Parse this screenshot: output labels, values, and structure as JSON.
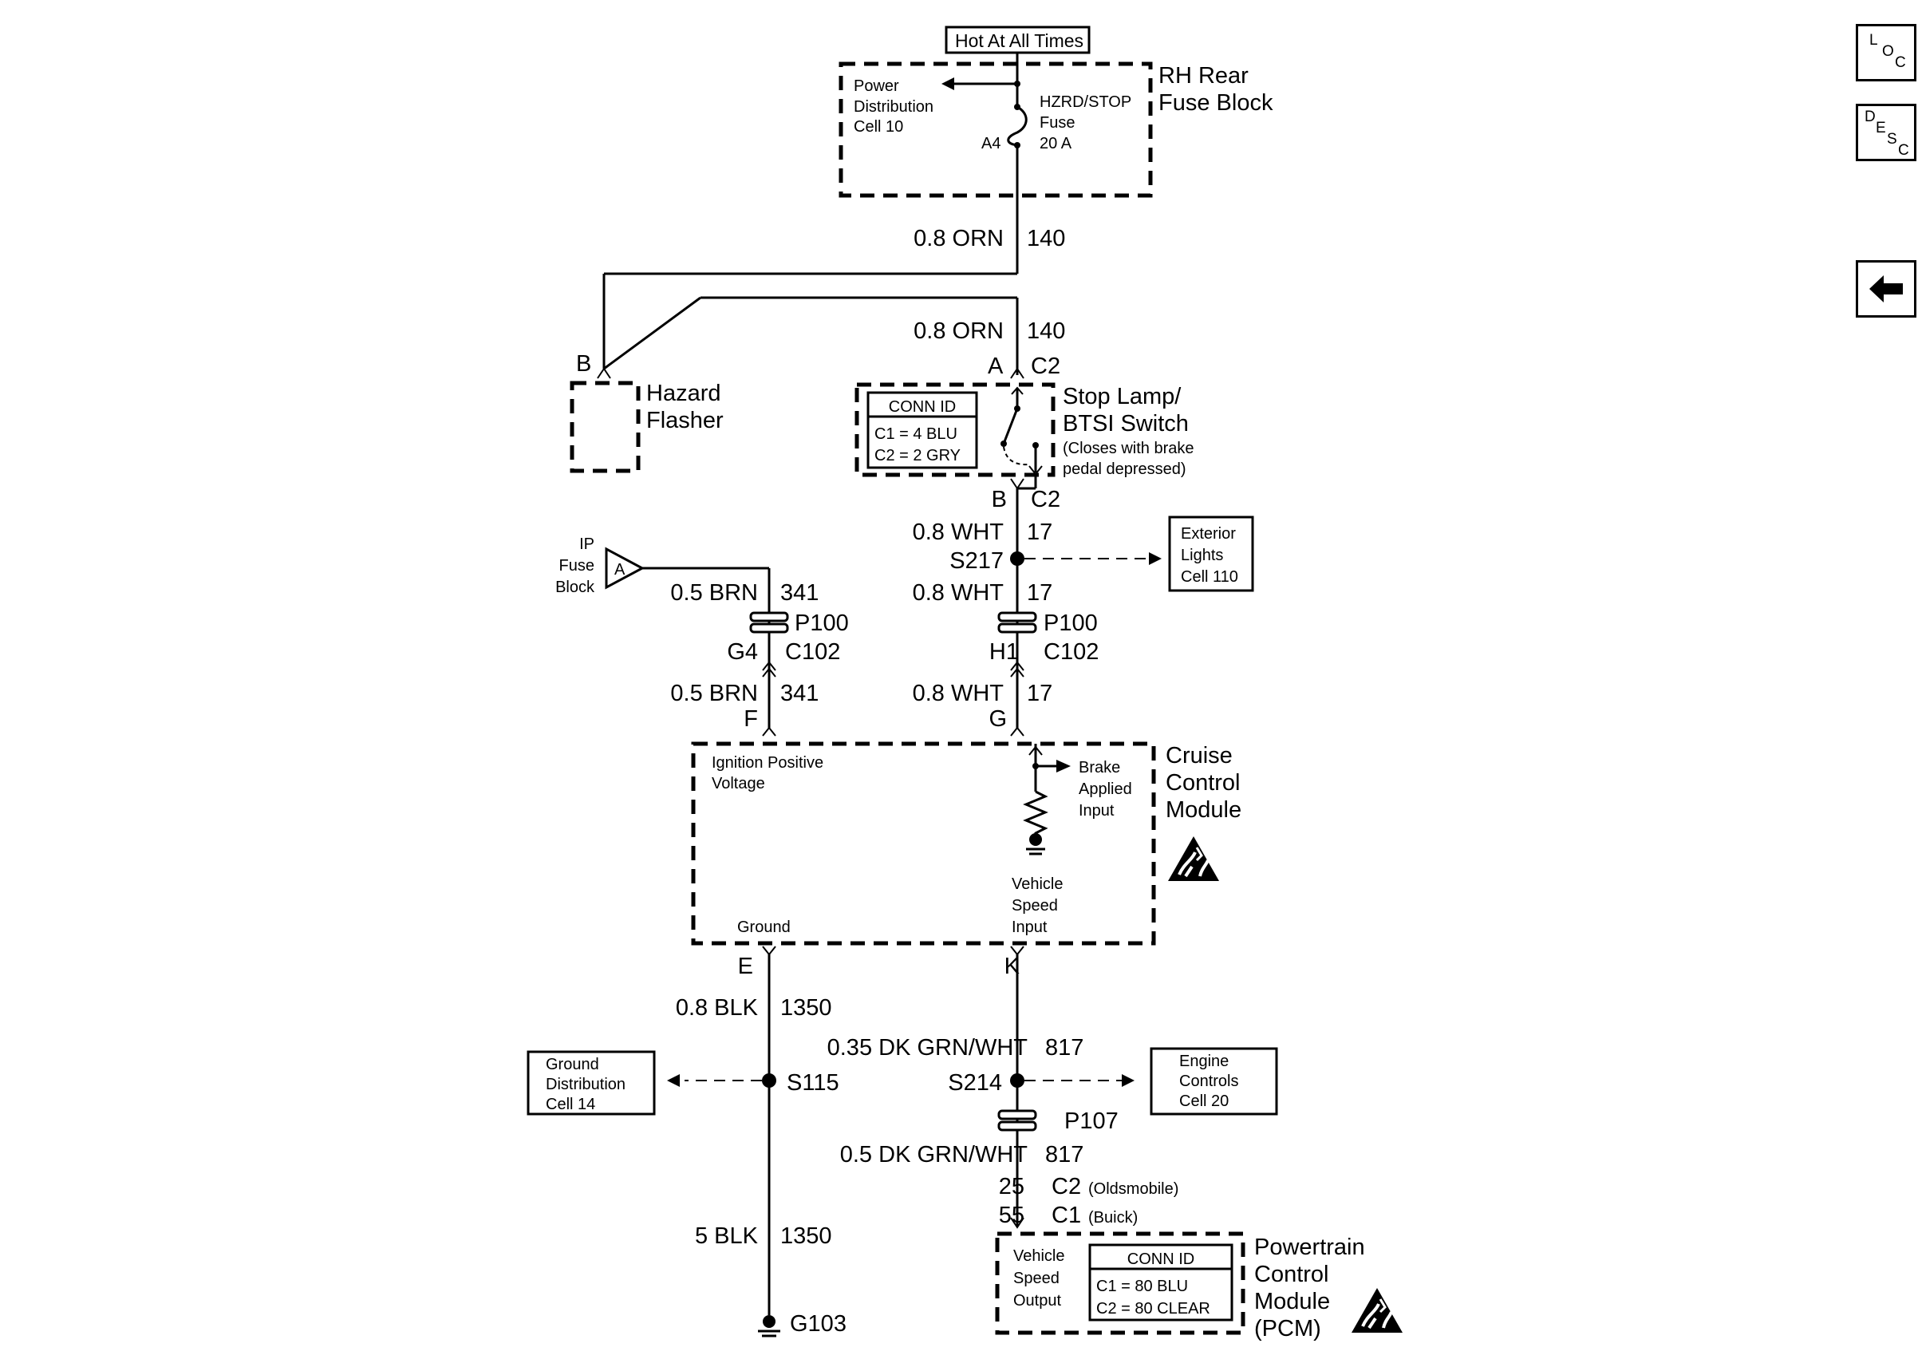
{
  "nav": {
    "loc": {
      "l1": "L",
      "l2": "O",
      "l3": "C"
    },
    "desc": {
      "l1": "D",
      "l2": "E",
      "l3": "S",
      "l4": "C"
    },
    "back_icon": "left-arrow-icon"
  },
  "fuse_block": {
    "hot_label": "Hot At All Times",
    "name_line1": "RH Rear",
    "name_line2": "Fuse Block",
    "power_dist_line1": "Power",
    "power_dist_line2": "Distribution",
    "power_dist_line3": "Cell 10",
    "fuse_line1": "HZRD/STOP",
    "fuse_line2": "Fuse",
    "fuse_line3": "20 A",
    "pin": "A4"
  },
  "hazard_flasher": {
    "line1": "Hazard",
    "line2": "Flasher",
    "pin": "B"
  },
  "stop_switch": {
    "conn_id_title": "CONN ID",
    "conn_c1": "C1 = 4 BLU",
    "conn_c2": "C2 = 2 GRY",
    "name_line1": "Stop Lamp/",
    "name_line2": "BTSI Switch",
    "note_line1": "(Closes with brake",
    "note_line2": "pedal depressed)",
    "pin_top": "A",
    "conn_top": "C2",
    "pin_bottom": "B",
    "conn_bottom": "C2"
  },
  "wires": {
    "w140a_gauge": "0.8 ORN",
    "w140a_circuit": "140",
    "w140b_gauge": "0.8 ORN",
    "w140b_circuit": "140",
    "w17a_gauge": "0.8 WHT",
    "w17a_circuit": "17",
    "w17b_gauge": "0.8 WHT",
    "w17b_circuit": "17",
    "w17c_gauge": "0.8 WHT",
    "w17c_circuit": "17",
    "w341a_gauge": "0.5 BRN",
    "w341a_circuit": "341",
    "w341b_gauge": "0.5 BRN",
    "w341b_circuit": "341",
    "w1350a_gauge": "0.8 BLK",
    "w1350a_circuit": "1350",
    "w1350b_gauge": "5 BLK",
    "w1350b_circuit": "1350",
    "w817a_gauge": "0.35 DK GRN/WHT",
    "w817a_circuit": "817",
    "w817b_gauge": "0.5 DK GRN/WHT",
    "w817b_circuit": "817"
  },
  "splices": {
    "s217": "S217",
    "s115": "S115",
    "s214": "S214"
  },
  "exterior_lights": {
    "line1": "Exterior",
    "line2": "Lights",
    "line3": "Cell 110"
  },
  "ip_fuse": {
    "line1": "IP",
    "line2": "Fuse",
    "line3": "Block",
    "pin": "A"
  },
  "connectors": {
    "p100_left": "P100",
    "p100_right": "P100",
    "g4": "G4",
    "c102_left": "C102",
    "h1": "H1",
    "c102_right": "C102",
    "f": "F",
    "g": "G",
    "e": "E",
    "k": "K",
    "p107": "P107",
    "pin25": "25",
    "c2_pcm": "C2",
    "oldsmobile": "(Oldsmobile)",
    "pin55": "55",
    "c1_pcm": "C1",
    "buick": "(Buick)"
  },
  "cruise_module": {
    "ign_line1": "Ignition Positive",
    "ign_line2": "Voltage",
    "brake_line1": "Brake",
    "brake_line2": "Applied",
    "brake_line3": "Input",
    "name_line1": "Cruise",
    "name_line2": "Control",
    "name_line3": "Module",
    "vss_line1": "Vehicle",
    "vss_line2": "Speed",
    "vss_line3": "Input",
    "ground": "Ground",
    "esd_icon": "esd-warning-icon"
  },
  "ground_dist": {
    "line1": "Ground",
    "line2": "Distribution",
    "line3": "Cell 14"
  },
  "engine_controls": {
    "line1": "Engine",
    "line2": "Controls",
    "line3": "Cell 20"
  },
  "ground_point": "G103",
  "pcm": {
    "vso_line1": "Vehicle",
    "vso_line2": "Speed",
    "vso_line3": "Output",
    "conn_id_title": "CONN ID",
    "conn_c1": "C1 = 80 BLU",
    "conn_c2": "C2 = 80 CLEAR",
    "name_line1": "Powertrain",
    "name_line2": "Control",
    "name_line3": "Module",
    "name_line4": "(PCM)",
    "esd_icon": "esd-warning-icon"
  }
}
